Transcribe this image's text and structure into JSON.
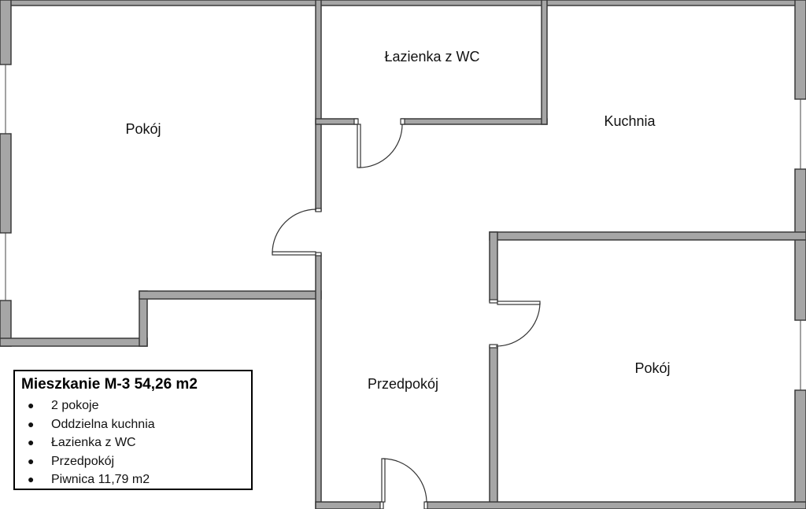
{
  "rooms": {
    "pokoj_left": "Pokój",
    "lazienka": "Łazienka z WC",
    "kuchnia": "Kuchnia",
    "przedpokoj": "Przedpokój",
    "pokoj_right": "Pokój"
  },
  "legend": {
    "title": "Mieszkanie M-3 54,26 m2",
    "items": [
      "2 pokoje",
      "Oddzielna kuchnia",
      "Łazienka z WC",
      "Przedpokój",
      "Piwnica 11,79 m2"
    ]
  },
  "colors": {
    "wall": "#a6a6a6",
    "wall_outline": "#3a3a3a"
  }
}
